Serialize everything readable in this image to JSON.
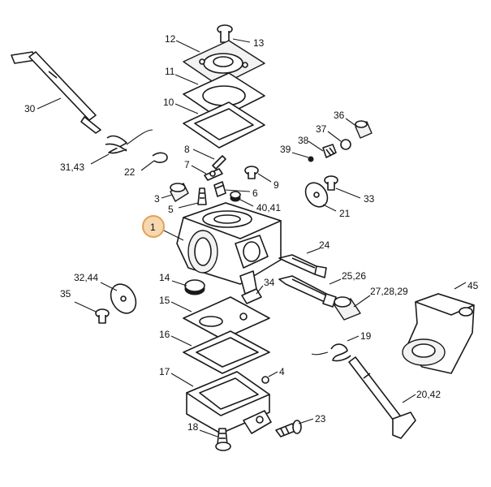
{
  "highlight_color": "#e2a15a",
  "highlight_label": "1",
  "labels": {
    "l12": "12",
    "l13": "13",
    "l11": "11",
    "l10": "10",
    "l30": "30",
    "l36": "36",
    "l37": "37",
    "l38": "38",
    "l39": "39",
    "l8": "8",
    "l31_43": "31,43",
    "l22": "22",
    "l7": "7",
    "l9": "9",
    "l3": "3",
    "l5": "5",
    "l6": "6",
    "l40_41": "40,41",
    "l33": "33",
    "l21": "21",
    "l24": "24",
    "l25_26": "25,26",
    "l32_44": "32,44",
    "l34": "34",
    "l14": "14",
    "l35": "35",
    "l27_28_29": "27,28,29",
    "l45": "45",
    "l15": "15",
    "l19": "19",
    "l16": "16",
    "l4": "4",
    "l17": "17",
    "l20_42": "20,42",
    "l18": "18",
    "l23": "23"
  }
}
